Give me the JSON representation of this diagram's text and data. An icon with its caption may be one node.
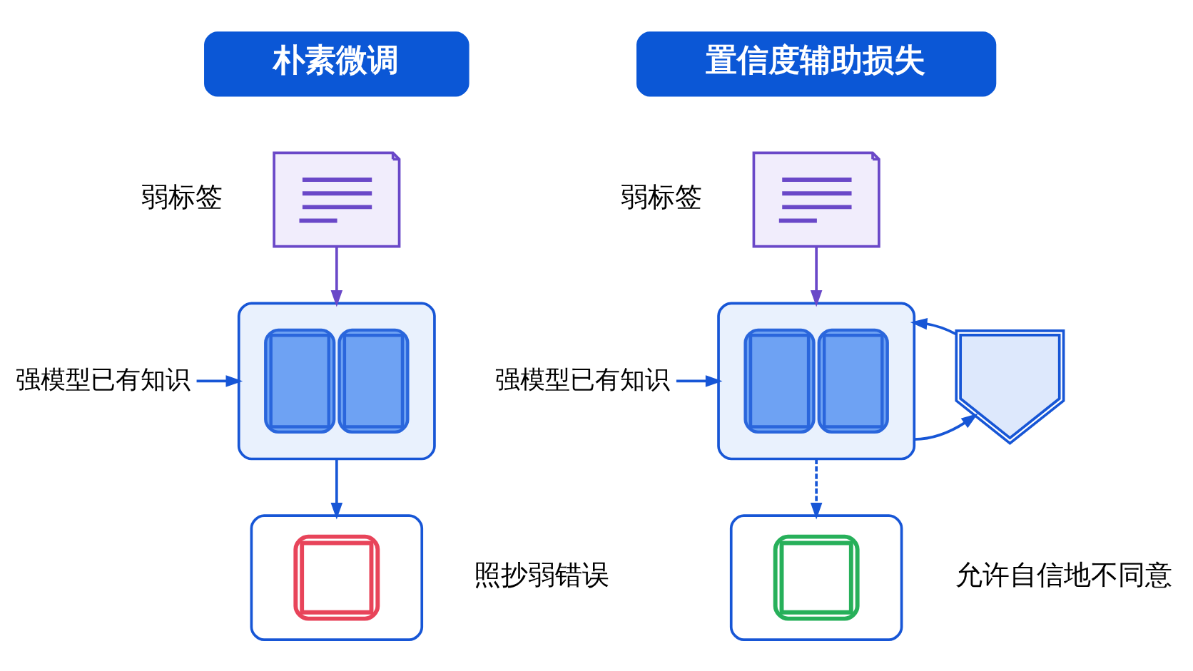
{
  "diagram": {
    "nodes": [
      {
        "text": [
          "朴素微调"
        ]
      },
      {
        "text": [],
        "shape": "picture",
        "beside": [
          "弱标签"
        ]
      },
      {
        "text": [
          "强模型已有知识"
        ]
      },
      {
        "text": [],
        "shape": "picture"
      },
      {
        "text": [],
        "shape": "picture",
        "beside": [
          "照抄弱错误"
        ]
      },
      {
        "text": [
          "置信度辅助损失"
        ]
      },
      {
        "text": [],
        "shape": "picture",
        "beside": [
          "弱标签"
        ]
      },
      {
        "text": [
          "强模型已有知识"
        ]
      },
      {
        "text": [],
        "shape": "picture"
      },
      {
        "text": [],
        "shape": "picture"
      },
      {
        "text": [],
        "shape": "picture",
        "beside": [
          "允许自信地不同意"
        ]
      }
    ],
    "edges": [
      {
        "from": 1,
        "to": 3,
        "arrow": "to",
        "color": "#6a48c8"
      },
      {
        "from": 2,
        "to": 3,
        "arrow": "to"
      },
      {
        "from": 3,
        "to": 4,
        "arrow": "to"
      },
      {
        "from": 6,
        "to": 8,
        "arrow": "to",
        "color": "#6a48c8"
      },
      {
        "from": 7,
        "to": 8,
        "arrow": "to"
      },
      {
        "from": 8,
        "to": 9,
        "arrow": "to"
      },
      {
        "from": 9,
        "to": 8,
        "arrow": "to"
      },
      {
        "from": 8,
        "to": 10,
        "arrow": "to",
        "style": "dashed"
      }
    ]
  }
}
